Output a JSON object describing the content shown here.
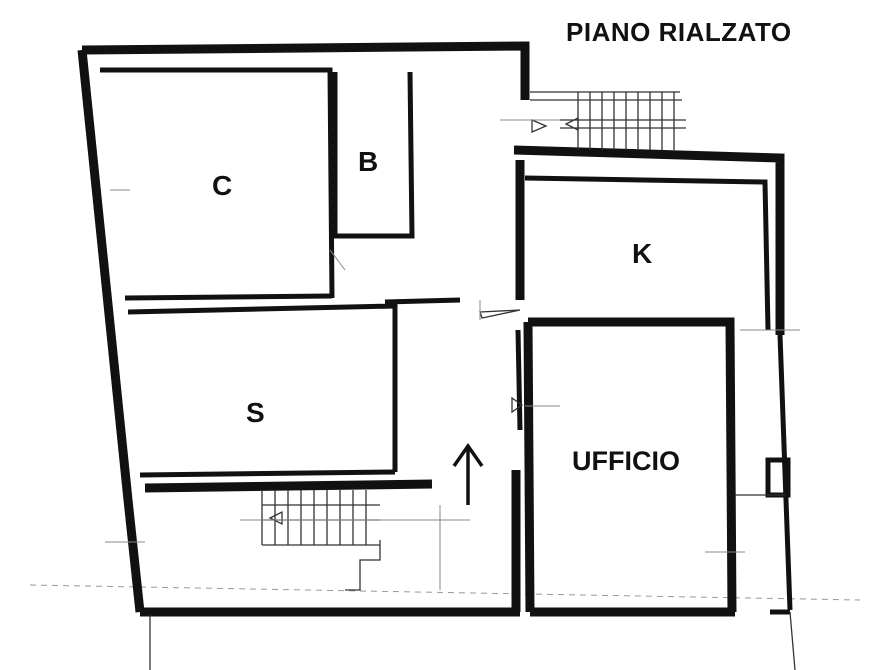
{
  "title": "PIANO RIALZATO",
  "rooms": {
    "c": "C",
    "b": "B",
    "k": "K",
    "s": "S",
    "ufficio": "UFFICIO"
  },
  "icons": {
    "entrance": "up-arrow-icon",
    "stairs": "staircase-icon",
    "doors": "door-swing-icon"
  },
  "colors": {
    "ink": "#111111",
    "background": "#ffffff"
  }
}
